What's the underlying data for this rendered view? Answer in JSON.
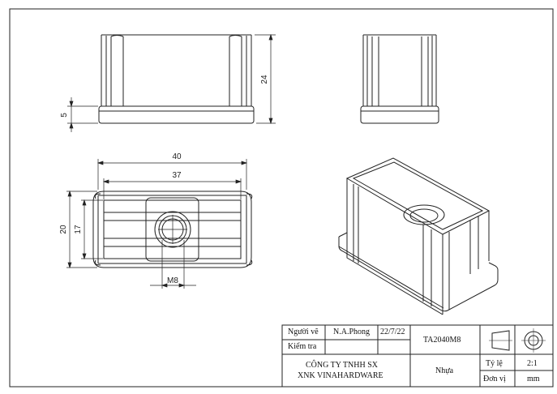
{
  "dimensions": {
    "front_height": "24",
    "front_base": "5",
    "top_length": "40",
    "top_inner_length": "37",
    "top_width": "20",
    "top_inner_width": "17",
    "thread": "M8"
  },
  "title_block": {
    "drawn_by_label": "Người vẽ",
    "drawn_by": "N.A.Phong",
    "date": "22/7/22",
    "checked_by_label": "Kiểm tra",
    "part_number": "TA2040M8",
    "company_line1": "CÔNG TY TNHH SX",
    "company_line2": "XNK VINAHARDWARE",
    "material": "Nhựa",
    "scale_label": "Tỷ lệ",
    "scale": "2:1",
    "unit_label": "Đơn vị",
    "unit": "mm"
  }
}
